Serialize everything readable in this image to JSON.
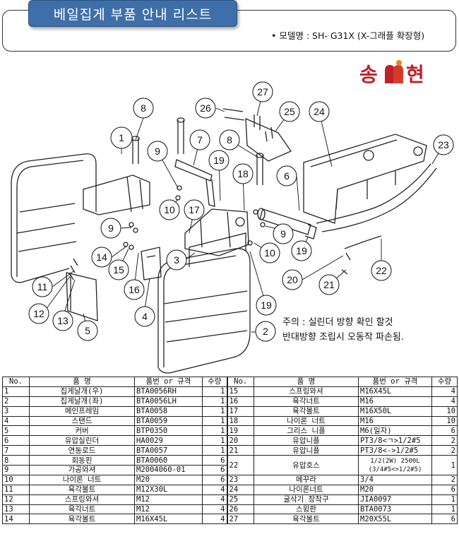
{
  "header": {
    "title": "베일집게 부품 안내 리스트",
    "model_line": "• 모델명 : SH- G31X (X-그래플 확장형)",
    "logo_text": "송현"
  },
  "drawing": {
    "callouts": [
      "1",
      "2",
      "3",
      "4",
      "5",
      "6",
      "7",
      "8",
      "8",
      "9",
      "9",
      "9",
      "10",
      "10",
      "11",
      "12",
      "13",
      "14",
      "15",
      "16",
      "17",
      "18",
      "19",
      "19",
      "19",
      "20",
      "21",
      "22",
      "23",
      "24",
      "25",
      "26",
      "27"
    ],
    "caution_line1": "주의 : 실린더 방향 확인 할것",
    "caution_line2": "반대방향 조립시 오동작 파손됨."
  },
  "table": {
    "headers": {
      "no": "No.",
      "name": "품   명",
      "spec": "품번 or 규격",
      "qty": "수량"
    },
    "rows": [
      {
        "left": {
          "no": "1",
          "name": "집게날개(우)",
          "spec": "BTA0056RH",
          "qty": "1"
        },
        "right": {
          "no": "15",
          "name": "스프링와셔",
          "spec": "M16X45L",
          "qty": "4"
        }
      },
      {
        "left": {
          "no": "2",
          "name": "집게날개(좌)",
          "spec": "BTA0056LH",
          "qty": "1"
        },
        "right": {
          "no": "16",
          "name": "육각너트",
          "spec": "M16",
          "qty": "4"
        }
      },
      {
        "left": {
          "no": "3",
          "name": "메인프레임",
          "spec": "BTA0058",
          "qty": "1"
        },
        "right": {
          "no": "17",
          "name": "육각볼트",
          "spec": "M16X50L",
          "qty": "10"
        }
      },
      {
        "left": {
          "no": "4",
          "name": "스탠드",
          "spec": "BTA0059",
          "qty": "1"
        },
        "right": {
          "no": "18",
          "name": "나이론 너트",
          "spec": "M16",
          "qty": "10"
        }
      },
      {
        "left": {
          "no": "5",
          "name": "커버",
          "spec": "BTP0350",
          "qty": "1"
        },
        "right": {
          "no": "19",
          "name": "그리스 니플",
          "spec": "M6(일자)",
          "qty": "6"
        }
      },
      {
        "left": {
          "no": "6",
          "name": "유압실린더",
          "spec": "HA0029",
          "qty": "1"
        },
        "right": {
          "no": "20",
          "name": "유압니플",
          "spec": "PT3/8<ㄱ>1/2#5",
          "qty": "2"
        }
      },
      {
        "left": {
          "no": "7",
          "name": "연동로드",
          "spec": "BTA0057",
          "qty": "1"
        },
        "right": {
          "no": "21",
          "name": "유압니플",
          "spec": "PT3/8<->1/2#5",
          "qty": "2"
        }
      },
      {
        "left": {
          "no": "8",
          "name": "회동핀",
          "spec": "BTA0060",
          "qty": "6"
        },
        "right": {
          "no": "22",
          "name": "유압호스",
          "spec": "1/2(2W) 2500L",
          "spec2": "(3/4#5<>1/2#5)",
          "qty": "1"
        }
      },
      {
        "left": {
          "no": "9",
          "name": "가공와셔",
          "spec": "M2004060-01",
          "qty": "6"
        },
        "right": null
      },
      {
        "left": {
          "no": "10",
          "name": "나이론 너트",
          "spec": "M20",
          "qty": "6"
        },
        "right": {
          "no": "23",
          "name": "메꾸라",
          "spec": "3/4",
          "qty": "2"
        }
      },
      {
        "left": {
          "no": "11",
          "name": "육각볼트",
          "spec": "M12X30L",
          "qty": "4"
        },
        "right": {
          "no": "24",
          "name": "나이론너트",
          "spec": "M20",
          "qty": "6"
        }
      },
      {
        "left": {
          "no": "12",
          "name": "스프링와셔",
          "spec": "M12",
          "qty": "4"
        },
        "right": {
          "no": "25",
          "name": "굴삭기 장착구",
          "spec": "JIA0097",
          "qty": "1"
        }
      },
      {
        "left": {
          "no": "13",
          "name": "육각너트",
          "spec": "M12",
          "qty": "4"
        },
        "right": {
          "no": "26",
          "name": "스윙판",
          "spec": "BTA0073",
          "qty": "1"
        }
      },
      {
        "left": {
          "no": "14",
          "name": "육각볼트",
          "spec": "M16X45L",
          "qty": "4"
        },
        "right": {
          "no": "27",
          "name": "육각볼트",
          "spec": "M20X55L",
          "qty": "6"
        }
      }
    ]
  },
  "colors": {
    "title_bg": "#3e6fa8",
    "logo_red": "#c0202a",
    "logo_orange": "#e08a1e"
  }
}
